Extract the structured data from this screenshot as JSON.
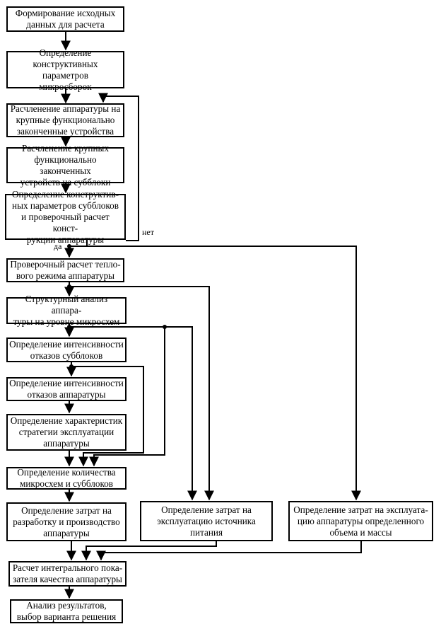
{
  "boxes": {
    "source_data": "Формирование исходных\nданных для расчета",
    "microassembly_params": "Определение\nконструктивных параметров\nмикросборок",
    "split_devices": "Расчленение аппаратуры на\nкрупные функционально\nзаконченные устройства",
    "split_subblocks": "Расчленение крупных\nфункционально законченных\nустройств на субблоки",
    "subblock_params": "Определение конструктив-\nных параметров субблоков\nи проверочный расчет конст-\nрукции аппаратуры",
    "thermal_check": "Проверочный расчет тепло-\nвого режима аппаратуры",
    "structural_analysis": "Структурный анализ аппара-\nтуры на уровне микросхем",
    "subblock_failure_rate": "Определение интенсивности\nотказов субблоков",
    "equipment_failure_rate": "Определение интенсивности\nотказов аппаратуры",
    "operation_strategy": "Определение характеристик\nстратегии эксплуатации\nаппаратуры",
    "chip_count": "Определение количества\nмикросхем и субблоков",
    "dev_production_cost": "Определение затрат на\nразработку и производство\nаппаратуры",
    "power_supply_cost": "Определение затрат на\nэксплуатацию источника\nпитания",
    "mass_volume_cost": "Определение затрат на эксплуата-\nцию аппаратуры определенного\nобъема и массы",
    "integral_quality": "Расчет интегрального пока-\nзателя качества аппаратуры",
    "analysis": "Анализ результатов,\nвыбор варианта решения"
  },
  "labels": {
    "no": "нет",
    "yes": "да"
  }
}
